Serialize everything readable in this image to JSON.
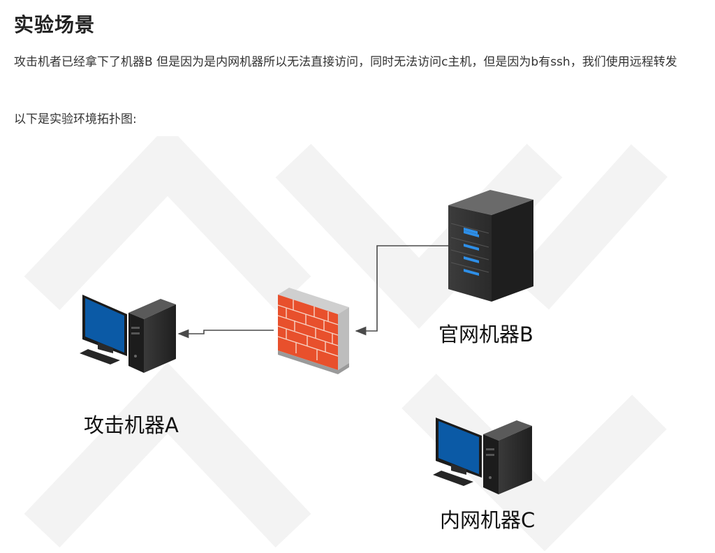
{
  "heading": "实验场景",
  "paragraph1": "攻击机者已经拿下了机器B 但是因为是内网机器所以无法直接访问，同时无法访问c主机，但是因为b有ssh，我们使用远程转发",
  "paragraph2": "以下是实验环境拓扑图:",
  "diagram": {
    "node_a_label": "攻击机器A",
    "node_b_label": "官网机器B",
    "node_c_label": "内网机器C",
    "icons": {
      "attacker": "desktop-computer-icon",
      "firewall": "brick-firewall-icon",
      "web_server": "tower-server-icon",
      "intranet": "desktop-computer-icon"
    },
    "colors": {
      "screen_blue": "#0b5aa6",
      "tower_dark": "#2f2f2f",
      "brick_red": "#e8502c",
      "server_led": "#2e8fe8",
      "connector": "#4a4a4a"
    }
  }
}
